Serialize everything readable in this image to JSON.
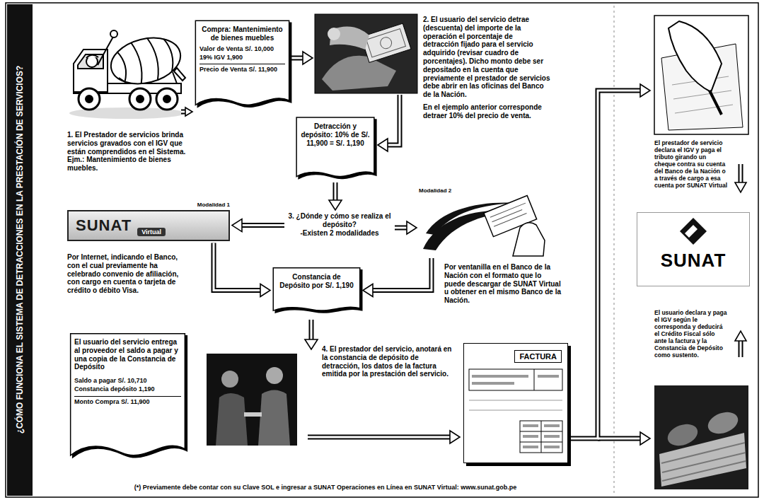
{
  "diagram": {
    "title": "¿CÓMO FUNCIONA EL SISTEMA DE DETRACCIONES EN LA PRESTACIÓN DE SERVICIOS?",
    "nodes": [
      {
        "text": [
          "Compra: Mantenimiento de bienes muebles",
          "Valor de Venta S/. 10,000",
          "19% IGV 1,900",
          "Precio de Venta S/. 11,900"
        ]
      },
      {
        "text": [
          "Detracción y depósito: 10% de S/. 11,900 = S/. 1,190"
        ]
      },
      {
        "text": [
          "3. ¿Dónde y cómo se realiza el depósito?",
          "-Existen 2 modalidades"
        ]
      },
      {
        "text": [
          "Modalidad 1",
          "SUNAT",
          "Virtual"
        ]
      },
      {
        "text": [
          "Modalidad 2"
        ]
      },
      {
        "text": [
          "Constancia de Depósito por S/. 1,190"
        ]
      },
      {
        "text": [
          "El usuario del servicio entrega al proveedor el saldo a pagar y una copia de la Constancia de Depósito",
          "Saldo a pagar S/. 10,710",
          "Constancia depósito 1,190",
          "Monto Compra S/. 11,900"
        ]
      },
      {
        "text": [
          "FACTURA"
        ]
      },
      {
        "text": [
          "SUNAT"
        ]
      }
    ],
    "edges": [
      {
        "from": 1,
        "to": 2,
        "arrow": "to"
      },
      {
        "from": 2,
        "to": 3,
        "arrow": "to"
      },
      {
        "from": 2,
        "to": 4,
        "arrow": "to"
      },
      {
        "from": 3,
        "to": 5,
        "arrow": "to"
      },
      {
        "from": 4,
        "to": 5,
        "arrow": "to"
      }
    ],
    "labels": [
      "1. El Prestador de servicios brinda servicios gravados con el IGV que están comprendidos en el Sistema.",
      "Ejm.: Mantenimiento de bienes muebles.",
      "2. El usuario del servicio detrae (descuenta) del importe de la operación el porcentaje de detracción fijado para el servicio adquirido (revisar cuadro de porcentajes). Dicho monto debe ser depositado en la cuenta que previamente el prestador de servicios debe abrir en las oficinas del Banco de la Nación.",
      "En el ejemplo anterior corresponde detraer 10% del precio de venta.",
      "Por Internet, indicando el Banco, con el cual previamente ha celebrado convenio de afiliación, con cargo en cuenta o tarjeta de crédito o débito Visa.",
      "Por ventanilla en el Banco de la Nación con el formato que lo puede descargar de SUNAT Virtual u obtener en el mismo Banco de la Nación.",
      "4. El prestador del servicio, anotará en la constancia de depósito de detracción, los datos de la factura emitida por la prestación del servicio.",
      "El prestador de servicio declara el IGV y paga el tributo girando un cheque contra su cuenta del Banco de la Nación o a través de cargo a esa cuenta por SUNAT Virtual",
      "El usuario declara y paga el IGV según le corresponda y deducirá el Crédito Fiscal sólo ante la factura y la Constancia de Depósito como sustento.",
      "(*) Previamente debe contar con su Clave SOL e ingresar a SUNAT Operaciones en Línea en SUNAT Virtual: www.sunat.gob.pe"
    ]
  }
}
